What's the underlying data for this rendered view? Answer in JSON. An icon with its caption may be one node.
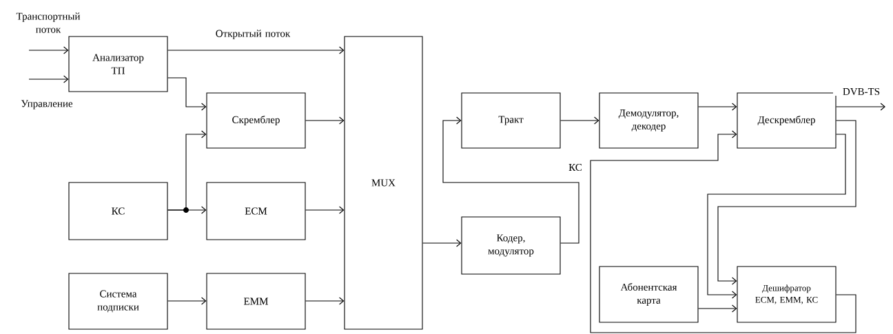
{
  "diagram": {
    "nodes": [
      {
        "text": [
          "Анализатор ТП"
        ]
      },
      {
        "text": [
          "Скремблер"
        ]
      },
      {
        "text": [
          "КС"
        ]
      },
      {
        "text": [
          "ECM"
        ]
      },
      {
        "text": [
          "Система подписки"
        ]
      },
      {
        "text": [
          "EMM"
        ]
      },
      {
        "text": [
          "MUX"
        ]
      },
      {
        "text": [
          "Тракт"
        ]
      },
      {
        "text": [
          "Кодер, модулятор"
        ]
      },
      {
        "text": [
          "Демодулятор, декодер"
        ]
      },
      {
        "text": [
          "Дескремблер"
        ]
      },
      {
        "text": [
          "Абонентская карта"
        ]
      },
      {
        "text": [
          "Дешифратор ECM, EMM, КС"
        ]
      }
    ],
    "edges": [
      {
        "from": 0,
        "to": 6,
        "arrow": "to",
        "label": "Открытый поток"
      },
      {
        "from": 0,
        "to": 1,
        "arrow": "to"
      },
      {
        "from": 2,
        "to": 1,
        "arrow": "to"
      },
      {
        "from": 2,
        "to": 3,
        "arrow": "to"
      },
      {
        "from": 1,
        "to": 6,
        "arrow": "to"
      },
      {
        "from": 3,
        "to": 6,
        "arrow": "to"
      },
      {
        "from": 4,
        "to": 5,
        "arrow": "to"
      },
      {
        "from": 5,
        "to": 6,
        "arrow": "to"
      },
      {
        "from": 6,
        "to": 8,
        "arrow": "to"
      },
      {
        "from": 8,
        "to": 7,
        "arrow": "to"
      },
      {
        "from": 7,
        "to": 9,
        "arrow": "to"
      },
      {
        "from": 9,
        "to": 10,
        "arrow": "to"
      },
      {
        "from": 10,
        "to": null,
        "arrow": "to",
        "label": "DVB-TS"
      },
      {
        "from": 10,
        "to": 12,
        "arrow": "to"
      },
      {
        "from": 10,
        "to": 12,
        "arrow": "to"
      },
      {
        "from": 11,
        "to": 12,
        "arrow": "to"
      },
      {
        "from": 12,
        "to": 10,
        "arrow": "to",
        "label": "КС"
      },
      {
        "from": null,
        "to": 0,
        "arrow": "to",
        "label": "Транспортный поток"
      },
      {
        "from": null,
        "to": 0,
        "arrow": "to",
        "label": "Управление"
      }
    ]
  }
}
